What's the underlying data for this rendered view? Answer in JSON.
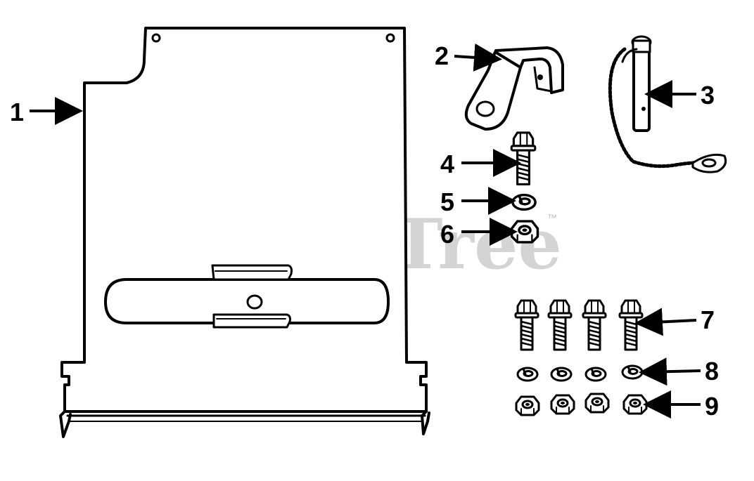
{
  "watermark": {
    "text": "PartsTree",
    "trademark": "™"
  },
  "callouts": [
    {
      "id": "1",
      "label": "1"
    },
    {
      "id": "2",
      "label": "2"
    },
    {
      "id": "3",
      "label": "3"
    },
    {
      "id": "4",
      "label": "4"
    },
    {
      "id": "5",
      "label": "5"
    },
    {
      "id": "6",
      "label": "6"
    },
    {
      "id": "7",
      "label": "7"
    },
    {
      "id": "8",
      "label": "8"
    },
    {
      "id": "9",
      "label": "9"
    }
  ],
  "colors": {
    "line": "#000000",
    "watermark": "#d4d4d4",
    "background": "#ffffff"
  }
}
